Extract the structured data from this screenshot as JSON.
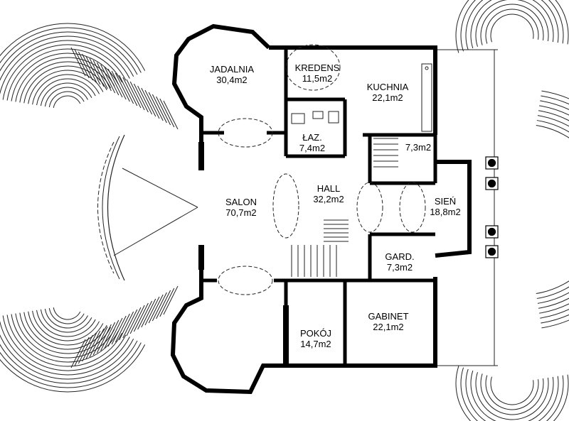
{
  "plan": {
    "rooms": [
      {
        "id": "jadalnia",
        "name": "JADALNIA",
        "area": "30,4m2"
      },
      {
        "id": "kredens",
        "name": "KREDENS",
        "area": "11,5m2"
      },
      {
        "id": "kuchnia",
        "name": "KUCHNIA",
        "area": "22,1m2"
      },
      {
        "id": "lazienka",
        "name": "ŁAZ.",
        "area": "7,4m2"
      },
      {
        "id": "schowek",
        "name": "",
        "area": "7,3m2"
      },
      {
        "id": "salon",
        "name": "SALON",
        "area": "70,7m2"
      },
      {
        "id": "hall",
        "name": "HALL",
        "area": "32,2m2"
      },
      {
        "id": "sien",
        "name": "SIEŃ",
        "area": "18,8m2"
      },
      {
        "id": "garderoba",
        "name": "GARD.",
        "area": "7,3m2"
      },
      {
        "id": "gabinet",
        "name": "GABINET",
        "area": "22,1m2"
      },
      {
        "id": "pokoj",
        "name": "POKÓJ",
        "area": "14,7m2"
      }
    ],
    "colors": {
      "wall": "#000000",
      "line": "#222222",
      "background": "#ffffff"
    }
  }
}
